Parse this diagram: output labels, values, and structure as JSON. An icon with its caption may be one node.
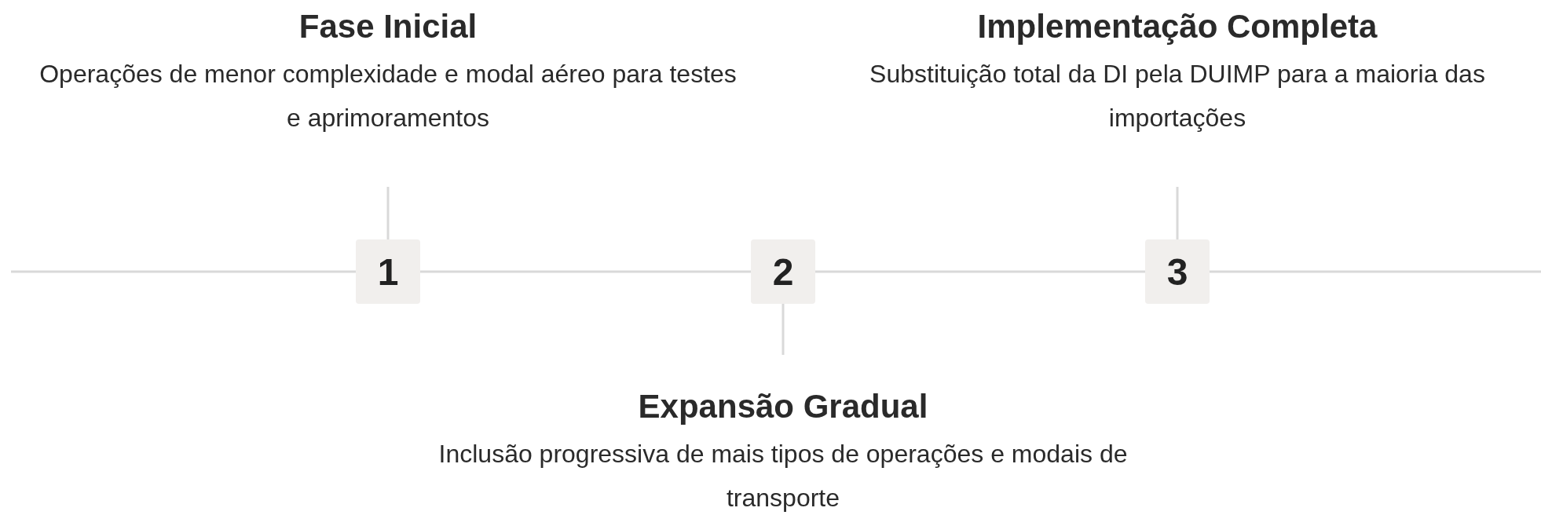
{
  "diagram": {
    "nodes": [
      {
        "text": [
          "Fase Inicial",
          "Operações de menor complexidade e modal aéreo para testes e aprimoramentos"
        ]
      },
      {
        "text": [
          "Implementação Completa",
          "Substituição total da DI pela DUIMP para a maioria das importações"
        ]
      },
      {
        "text": [
          "1"
        ]
      },
      {
        "text": [
          "2"
        ]
      },
      {
        "text": [
          "3"
        ]
      },
      {
        "text": [
          "Expansão Gradual",
          "Inclusão progressiva de mais tipos de operações e modais de transporte"
        ]
      }
    ],
    "edges": [
      {
        "from": null,
        "to": 2,
        "arrow": "none"
      },
      {
        "from": 2,
        "to": 3,
        "arrow": "none"
      },
      {
        "from": 3,
        "to": 4,
        "arrow": "none"
      },
      {
        "from": 4,
        "to": null,
        "arrow": "none"
      },
      {
        "from": 0,
        "to": 2,
        "arrow": "none"
      },
      {
        "from": 1,
        "to": 4,
        "arrow": "none"
      },
      {
        "from": 3,
        "to": 5,
        "arrow": "none"
      }
    ]
  }
}
